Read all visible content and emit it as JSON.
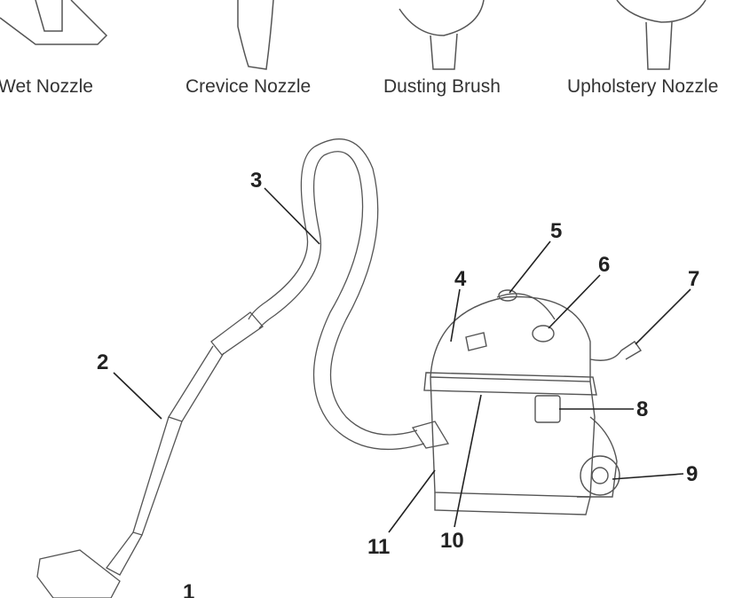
{
  "accessories": [
    {
      "label": "Wet Nozzle"
    },
    {
      "label": "Crevice Nozzle"
    },
    {
      "label": "Dusting Brush"
    },
    {
      "label": "Upholstery Nozzle"
    }
  ],
  "callouts": [
    "1",
    "2",
    "3",
    "4",
    "5",
    "6",
    "7",
    "8",
    "9",
    "10",
    "11"
  ]
}
